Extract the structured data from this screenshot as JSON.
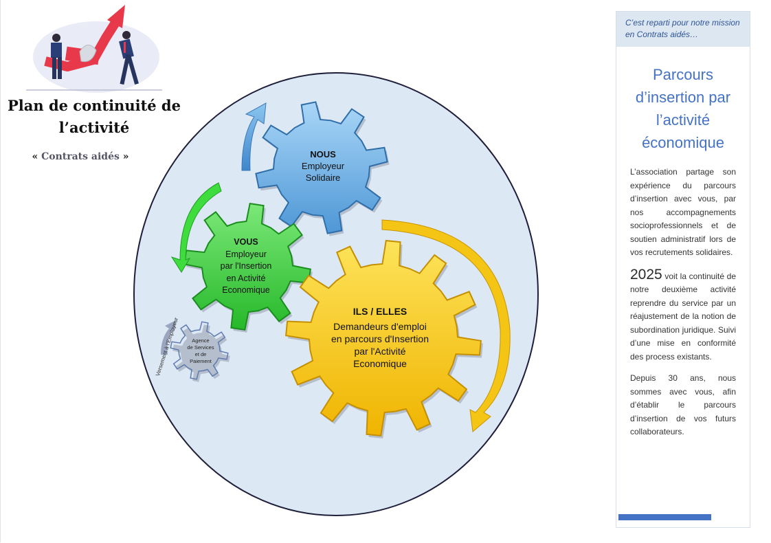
{
  "header": {
    "title_line1": "Plan de continuité de",
    "title_line2": "l’activité",
    "subtitle_open": "« ",
    "subtitle_inner": "Contrats aidés",
    "subtitle_close": " »"
  },
  "diagram": {
    "nous": {
      "head": "NOUS",
      "line1": "Employeur",
      "line2": "Solidaire",
      "color": "#7ab8e6"
    },
    "vous": {
      "head": "VOUS",
      "line1": "Employeur",
      "line2": "par l'Insertion",
      "line3": "en Activité",
      "line4": "Economique",
      "color": "#48d646"
    },
    "ils": {
      "head": "ILS / ELLES",
      "line1": "Demandeurs d'emploi",
      "line2": "en parcours d'Insertion",
      "line3": "par l'Activité",
      "line4": "Economique",
      "color": "#f7c918"
    },
    "asp": {
      "line1": "Agence",
      "line2": "de Services",
      "line3": "et de",
      "line4": "Paiement"
    },
    "versement": "Versement à l’Employeur",
    "circle_color": "#dde8f5"
  },
  "sidebar": {
    "banner": "C’est reparti pour notre mission en Contrats aidés…",
    "heading": "Parcours d’insertion par l’activité économique",
    "para1": "L’association partage son expérience du parcours d’insertion avec vous, par nos accompagnements socioprofessionnels et de soutien administratif lors de vos recrutements solidaires.",
    "year": "2025",
    "para2_rest": " voit la continuité de notre deuxième activité reprendre du service par un réajustement de la notion de subordination juridique. Suivi d’une mise en conformité des process existants.",
    "para3": "Depuis 30 ans, nous sommes avec vous, afin d’établir le parcours d’insertion de vos futurs collaborateurs."
  }
}
